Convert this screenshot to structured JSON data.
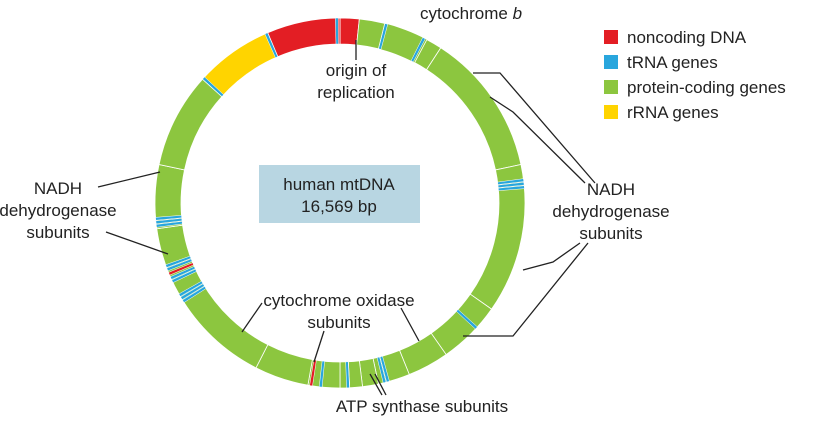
{
  "colors": {
    "noncoding": "#e31e24",
    "trna": "#29a6dd",
    "protein": "#8cc63f",
    "rrna": "#ffd400",
    "center_box": "#b8d6e2"
  },
  "legend": [
    {
      "key": "noncoding",
      "label": "noncoding DNA"
    },
    {
      "key": "trna",
      "label": "tRNA genes"
    },
    {
      "key": "protein",
      "label": "protein-coding genes"
    },
    {
      "key": "rrna",
      "label": "rRNA genes"
    }
  ],
  "center_box": {
    "line1": "human mtDNA",
    "line2": "16,569 bp"
  },
  "labels": {
    "cytochrome_b_main": "cytochrome ",
    "cytochrome_b_italic": "b",
    "origin_line1": "origin of",
    "origin_line2": "replication",
    "nadh_left_1": "NADH",
    "nadh_left_2": "dehydrogenase",
    "nadh_left_3": "subunits",
    "nadh_right_1": "NADH",
    "nadh_right_2": "dehydrogenase",
    "nadh_right_3": "subunits",
    "cox_1": "cytochrome oxidase",
    "cox_2": "subunits",
    "atp": "ATP synthase subunits"
  },
  "ring_segments": [
    {
      "start": 0,
      "end": 6,
      "type": "noncoding"
    },
    {
      "start": 6,
      "end": 14,
      "type": "protein"
    },
    {
      "start": 28,
      "end": 33,
      "type": "protein"
    },
    {
      "start": 33,
      "end": 78,
      "type": "protein"
    },
    {
      "start": 78,
      "end": 84,
      "type": "protein"
    },
    {
      "start": 84,
      "end": 125,
      "type": "protein"
    },
    {
      "start": 125,
      "end": 145,
      "type": "protein"
    },
    {
      "start": 145,
      "end": 158,
      "type": "protein"
    },
    {
      "start": 158,
      "end": 168,
      "type": "protein"
    },
    {
      "start": 168,
      "end": 173,
      "type": "protein"
    },
    {
      "start": 173,
      "end": 177,
      "type": "protein"
    },
    {
      "start": 177,
      "end": 180,
      "type": "protein"
    },
    {
      "start": 180,
      "end": 190,
      "type": "protein"
    },
    {
      "start": 190,
      "end": 207,
      "type": "protein"
    },
    {
      "start": 207,
      "end": 240,
      "type": "protein"
    },
    {
      "start": 240,
      "end": 262,
      "type": "protein"
    },
    {
      "start": 262,
      "end": 282,
      "type": "protein"
    },
    {
      "start": 282,
      "end": 312,
      "type": "protein"
    },
    {
      "start": 312,
      "end": 337,
      "type": "rrna"
    },
    {
      "start": 337,
      "end": 360,
      "type": "noncoding"
    }
  ],
  "trna_marks": [
    {
      "angle": 14.5,
      "type": "trna",
      "count": 1
    },
    {
      "angle": 27,
      "type": "trna",
      "count": 1
    },
    {
      "angle": 84,
      "type": "trna",
      "count": 3
    },
    {
      "angle": 132.5,
      "type": "trna",
      "count": 1
    },
    {
      "angle": 165.5,
      "type": "trna",
      "count": 2
    },
    {
      "angle": 177.5,
      "type": "trna",
      "count": 1
    },
    {
      "angle": 186,
      "type": "trna",
      "count": 1
    },
    {
      "angle": 189,
      "type": "noncoding",
      "count": 1
    },
    {
      "angle": 239,
      "type": "trna",
      "count": 3
    },
    {
      "angle": 245.5,
      "type": "trna",
      "count": 2
    },
    {
      "angle": 247.5,
      "type": "noncoding",
      "count": 1
    },
    {
      "angle": 249.5,
      "type": "trna",
      "count": 2
    },
    {
      "angle": 264,
      "type": "trna",
      "count": 3
    },
    {
      "angle": 312.5,
      "type": "trna",
      "count": 1
    },
    {
      "angle": 336.5,
      "type": "trna",
      "count": 1
    },
    {
      "angle": 359,
      "type": "trna",
      "count": 1
    }
  ]
}
